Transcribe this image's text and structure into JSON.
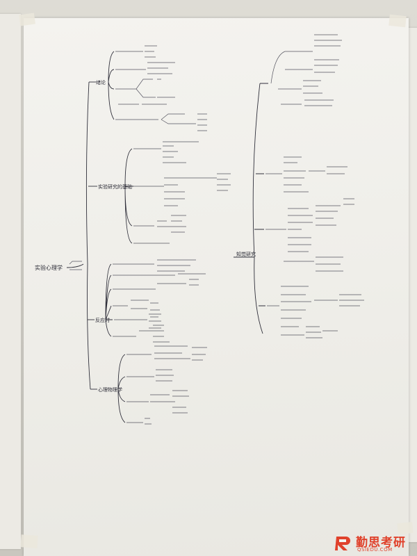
{
  "mindmap": {
    "root": "实验心理学",
    "left_column": {
      "branches": [
        "绪论",
        "实验研究的基础",
        "反应时",
        "心理物理学"
      ]
    },
    "right_column": {
      "branches": [
        "知觉研究"
      ]
    }
  },
  "watermark": {
    "brand_cn": "勤思考研",
    "brand_en": "QSIEDU.COM",
    "color": "#e0412b"
  }
}
